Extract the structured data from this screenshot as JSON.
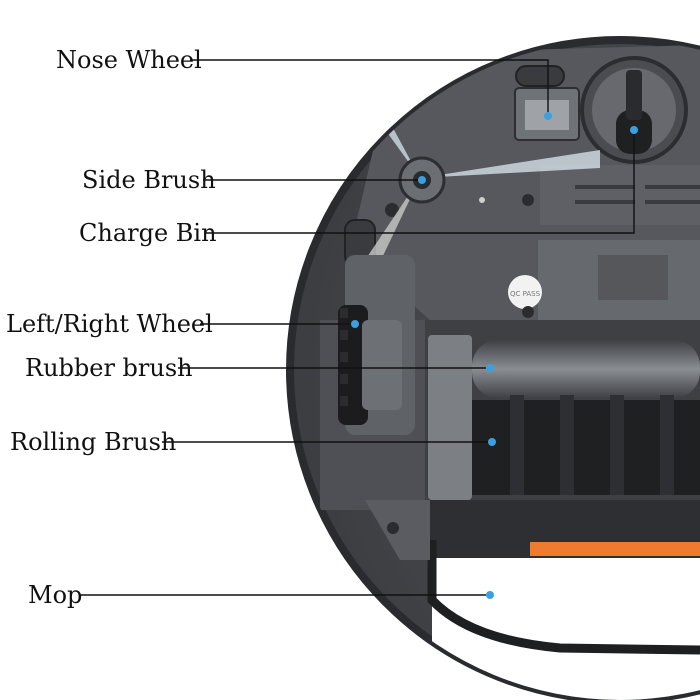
{
  "labels": [
    {
      "id": "nose-wheel",
      "text": "Nose Wheel"
    },
    {
      "id": "side-brush",
      "text": "Side Brush"
    },
    {
      "id": "charge-bin",
      "text": "Charge Bin"
    },
    {
      "id": "left-right-wheel",
      "text": "Left/Right Wheel"
    },
    {
      "id": "rubber-brush",
      "text": "Rubber brush"
    },
    {
      "id": "rolling-brush",
      "text": "Rolling Brush"
    },
    {
      "id": "mop",
      "text": "Mop"
    }
  ],
  "sticker_text": "QC PASS",
  "colors": {
    "body": "#4d4f54",
    "body_dark": "#2c2d30",
    "panel": "#65686d",
    "panel_light": "#7d8085",
    "roller": "#5a5c60",
    "bristle": "#1c1c1e",
    "mop_strip": "#f07a2e",
    "point": "#3ba0e0",
    "leader": "#111111"
  }
}
